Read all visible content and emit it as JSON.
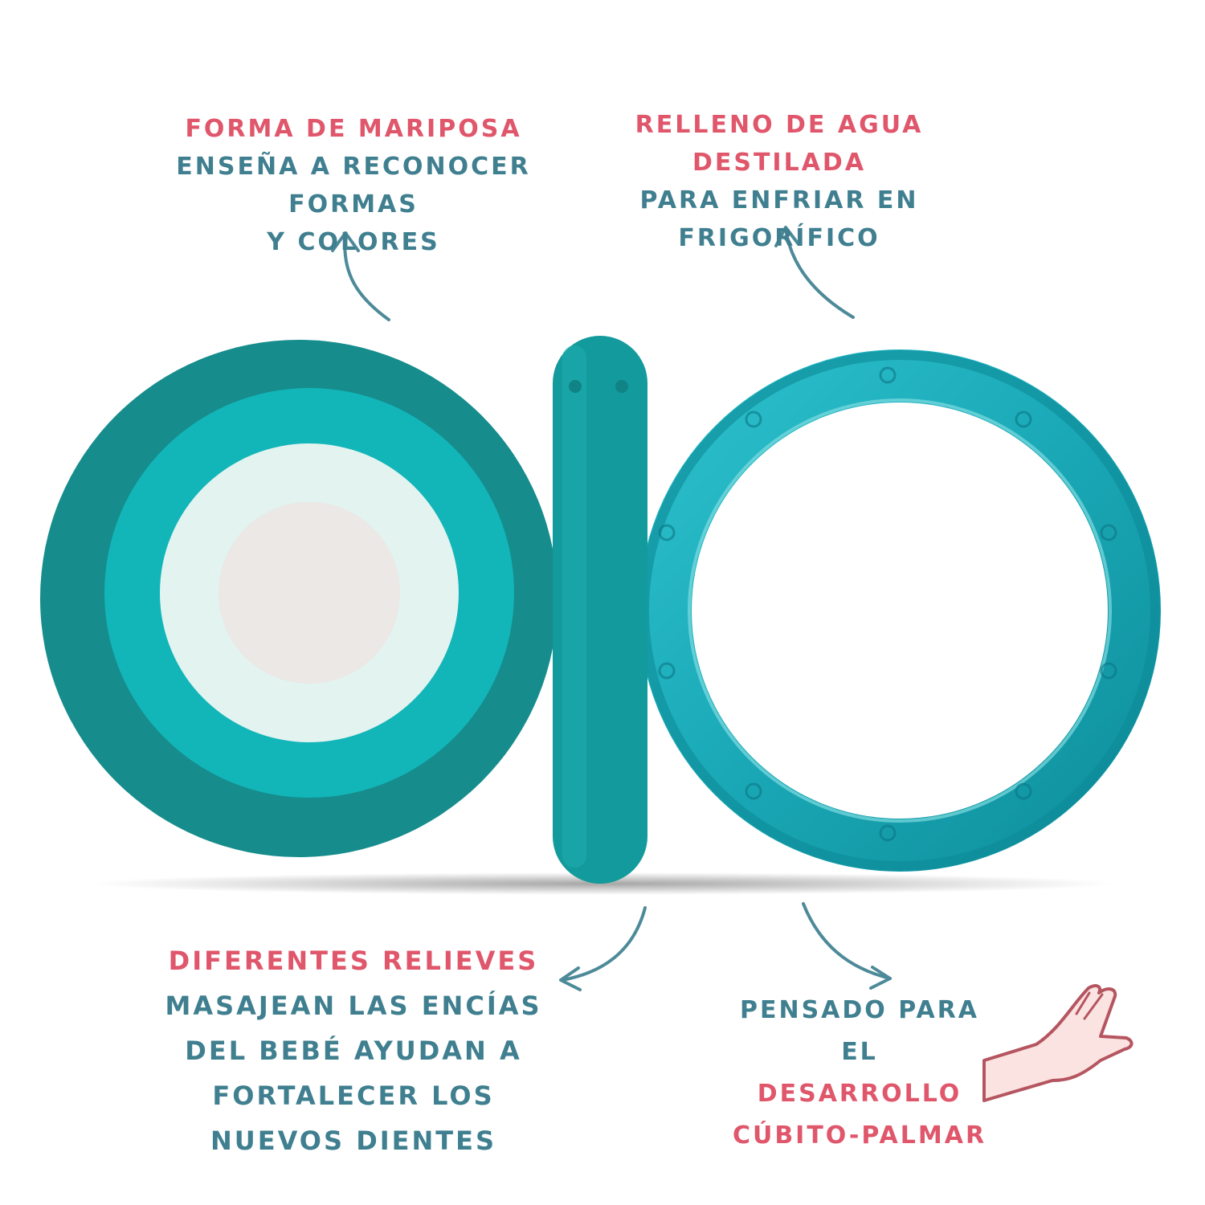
{
  "colors": {
    "highlight": "#e0566b",
    "text": "#3f7f8f",
    "teal_dark": "#168c8c",
    "teal_mid": "#12b5b8",
    "ring": "#1aa8b6"
  },
  "callouts": [
    {
      "title": "Forma de mariposa",
      "lines": [
        "Enseña a reconocer formas",
        "y colores"
      ]
    },
    {
      "title": "Relleno de agua destilada",
      "lines": [
        "para enfriar en",
        "frigorífico"
      ]
    },
    {
      "title": "Diferentes relieves",
      "lines": [
        "masajean las encías",
        "del bebé ayudan a",
        "fortalecer los",
        "nuevos dientes"
      ]
    },
    {
      "lines": [
        "Pensado para el"
      ],
      "highlight_lines": [
        "desarrollo",
        "cúbito-palmar"
      ]
    }
  ],
  "icons": [
    "arrow-icon",
    "hand-illustration"
  ]
}
